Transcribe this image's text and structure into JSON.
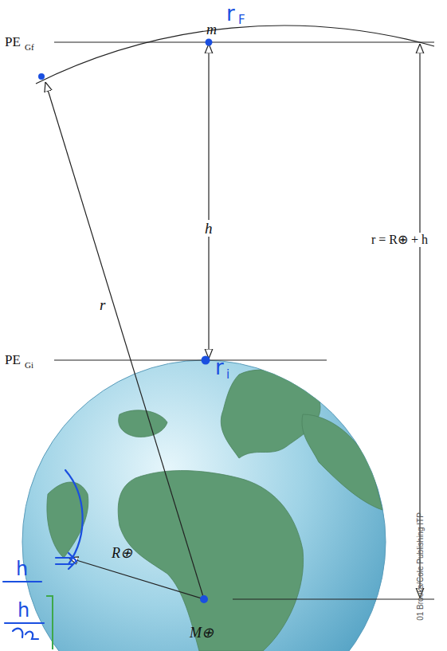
{
  "diagram": {
    "labels": [
      "PE",
      "Gf",
      "m",
      "r",
      "F",
      "h",
      "r",
      "r = R⊕ + h",
      "PE",
      "Gi",
      "r",
      "i",
      "R⊕",
      "M⊕",
      "h",
      "h",
      "01 Brooks/Cole Publishing ITP"
    ]
  }
}
